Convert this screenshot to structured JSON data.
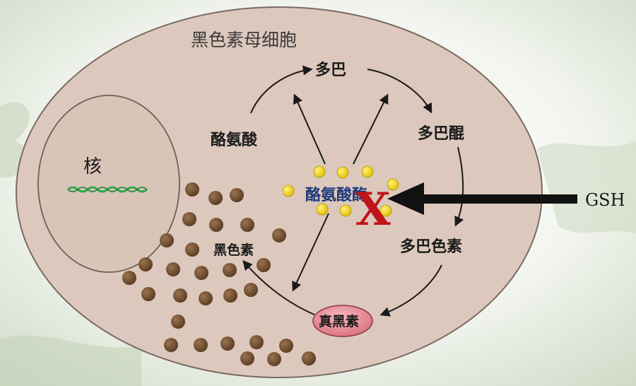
{
  "diagram": {
    "cell_title": "黑色素母细胞",
    "nucleus_label": "核",
    "nodes": {
      "tyrosine": "酪氨酸",
      "dopa": "多巴",
      "dopaquinone": "多巴醌",
      "dopachrome": "多巴色素",
      "eumelanin": "真黑素",
      "melanin": "黑色素",
      "tyrosinase": "酪氨酸酶"
    },
    "inhibitor": "GSH",
    "block_mark": "X",
    "colors": {
      "background": "#e8eee2",
      "cell_fill": "#dcc8bc",
      "cell_stroke": "#7a6a62",
      "nucleus_fill": "#d9c4b8",
      "granule": "#6b4a2e",
      "enzyme_dot": "#f2d21b",
      "eumelanin_fill": "#e58a95",
      "dna_color": "#2fa84a",
      "block_color": "#c0151a"
    }
  }
}
